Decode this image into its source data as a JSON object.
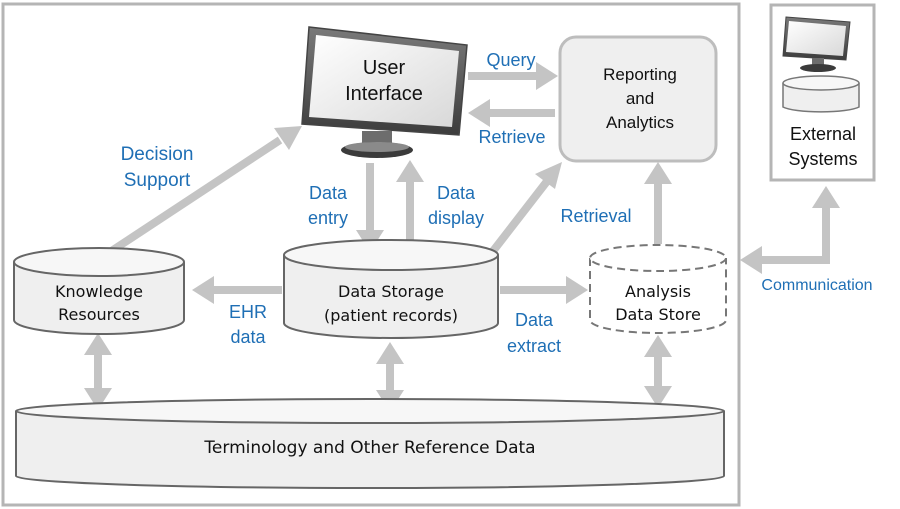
{
  "nodes": {
    "user_interface": [
      "User",
      "Interface"
    ],
    "reporting_analytics": [
      "Reporting",
      "and",
      "Analytics"
    ],
    "external_systems": [
      "External",
      "Systems"
    ],
    "knowledge_resources": [
      "Knowledge",
      "Resources"
    ],
    "data_storage": [
      "Data Storage",
      "(patient records)"
    ],
    "analysis_data_store": [
      "Analysis",
      "Data Store"
    ],
    "terminology": "Terminology and Other Reference Data"
  },
  "edges": {
    "query": "Query",
    "retrieve": "Retrieve",
    "decision_support": [
      "Decision",
      "Support"
    ],
    "data_entry": [
      "Data",
      "entry"
    ],
    "data_display": [
      "Data",
      "display"
    ],
    "retrieval": "Retrieval",
    "ehr_data": [
      "EHR",
      "data"
    ],
    "data_extract": [
      "Data",
      "extract"
    ],
    "communication": "Communication"
  },
  "colors": {
    "arrow": "#c4c4c4",
    "label_blue": "#1f6fb5",
    "box_fill": "#efefef",
    "border": "#b5b5b5"
  }
}
